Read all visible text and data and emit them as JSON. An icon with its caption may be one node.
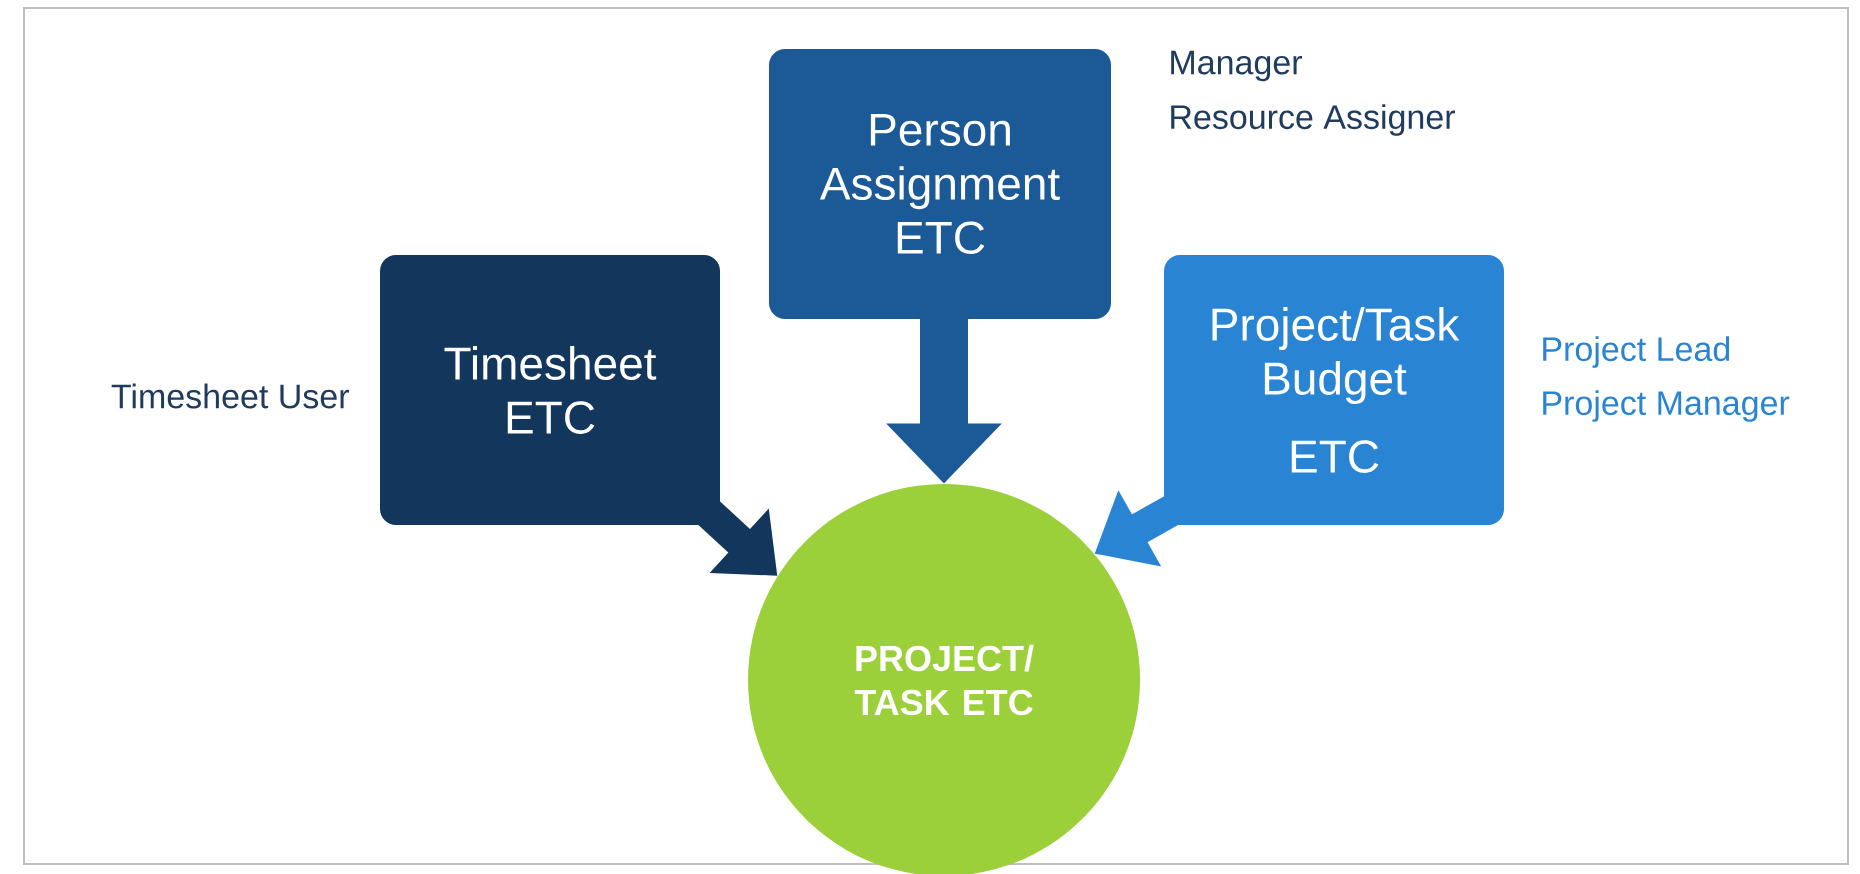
{
  "diagram": {
    "nodes": [
      {
        "text": [
          "Timesheet ETC"
        ],
        "beside": [
          "Timesheet User"
        ]
      },
      {
        "text": [
          "Person Assignment ETC"
        ],
        "beside": [
          "Manager",
          "Resource Assigner"
        ]
      },
      {
        "text": [
          "Project/Task Budget",
          "ETC"
        ],
        "beside": [
          "Project Lead",
          "Project Manager"
        ]
      },
      {
        "text": [
          "PROJECT/ TASK ETC"
        ]
      }
    ],
    "edges": [
      {
        "from": 0,
        "to": 3,
        "arrow": "to",
        "color": "#12365c"
      },
      {
        "from": 1,
        "to": 3,
        "arrow": "to",
        "color": "#1c5a97"
      },
      {
        "from": 2,
        "to": 3,
        "arrow": "to",
        "color": "#2a84d4"
      }
    ]
  }
}
